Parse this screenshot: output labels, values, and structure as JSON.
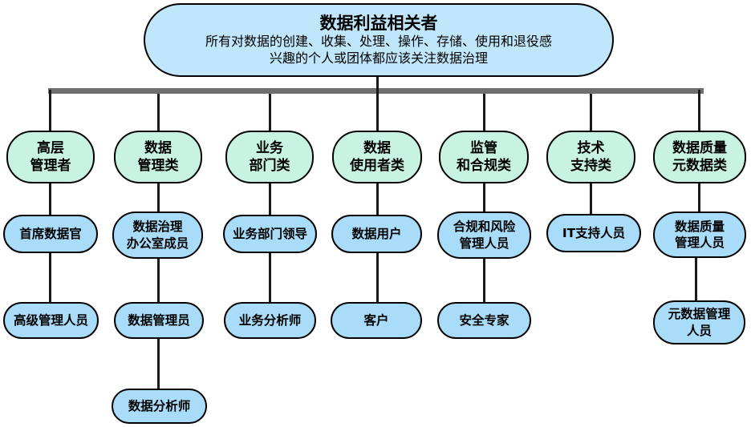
{
  "diagram": {
    "type": "org-chart",
    "root": {
      "title": "数据利益相关者",
      "subtitle": "所有对数据的创建、收集、处理、操作、存储、使用和退役感\n兴趣的个人或团体都应该关注数据治理"
    },
    "nodes": {
      "cat_executive": "高层\n管理者",
      "cat_data_mgmt": "数据\n管理类",
      "cat_business": "业务\n部门类",
      "cat_data_users": "数据\n使用者类",
      "cat_regulatory": "监管\n和合规类",
      "cat_tech_support": "技术\n支持类",
      "cat_dq_metadata": "数据质量\n元数据类",
      "cdo": "首席数据官",
      "dgo_members": "数据治理\n办公室成员",
      "biz_leaders": "业务部门领导",
      "data_user": "数据用户",
      "compliance_risk": "合规和风险\n管理人员",
      "it_support": "IT支持人员",
      "dq_managers": "数据质量\n管理人员",
      "senior_mgmt": "高级管理人员",
      "data_steward": "数据管理员",
      "biz_analyst": "业务分析师",
      "customer": "客户",
      "security_expert": "安全专家",
      "metadata_mgr": "元数据管理\n人员",
      "data_analyst": "数据分析师"
    },
    "colors": {
      "root_fill": "#bfe6fa",
      "category_fill": "#c8f3e2",
      "role_fill": "#a9dcf8",
      "border": "#000000",
      "bar": "#6f6f6f"
    }
  }
}
